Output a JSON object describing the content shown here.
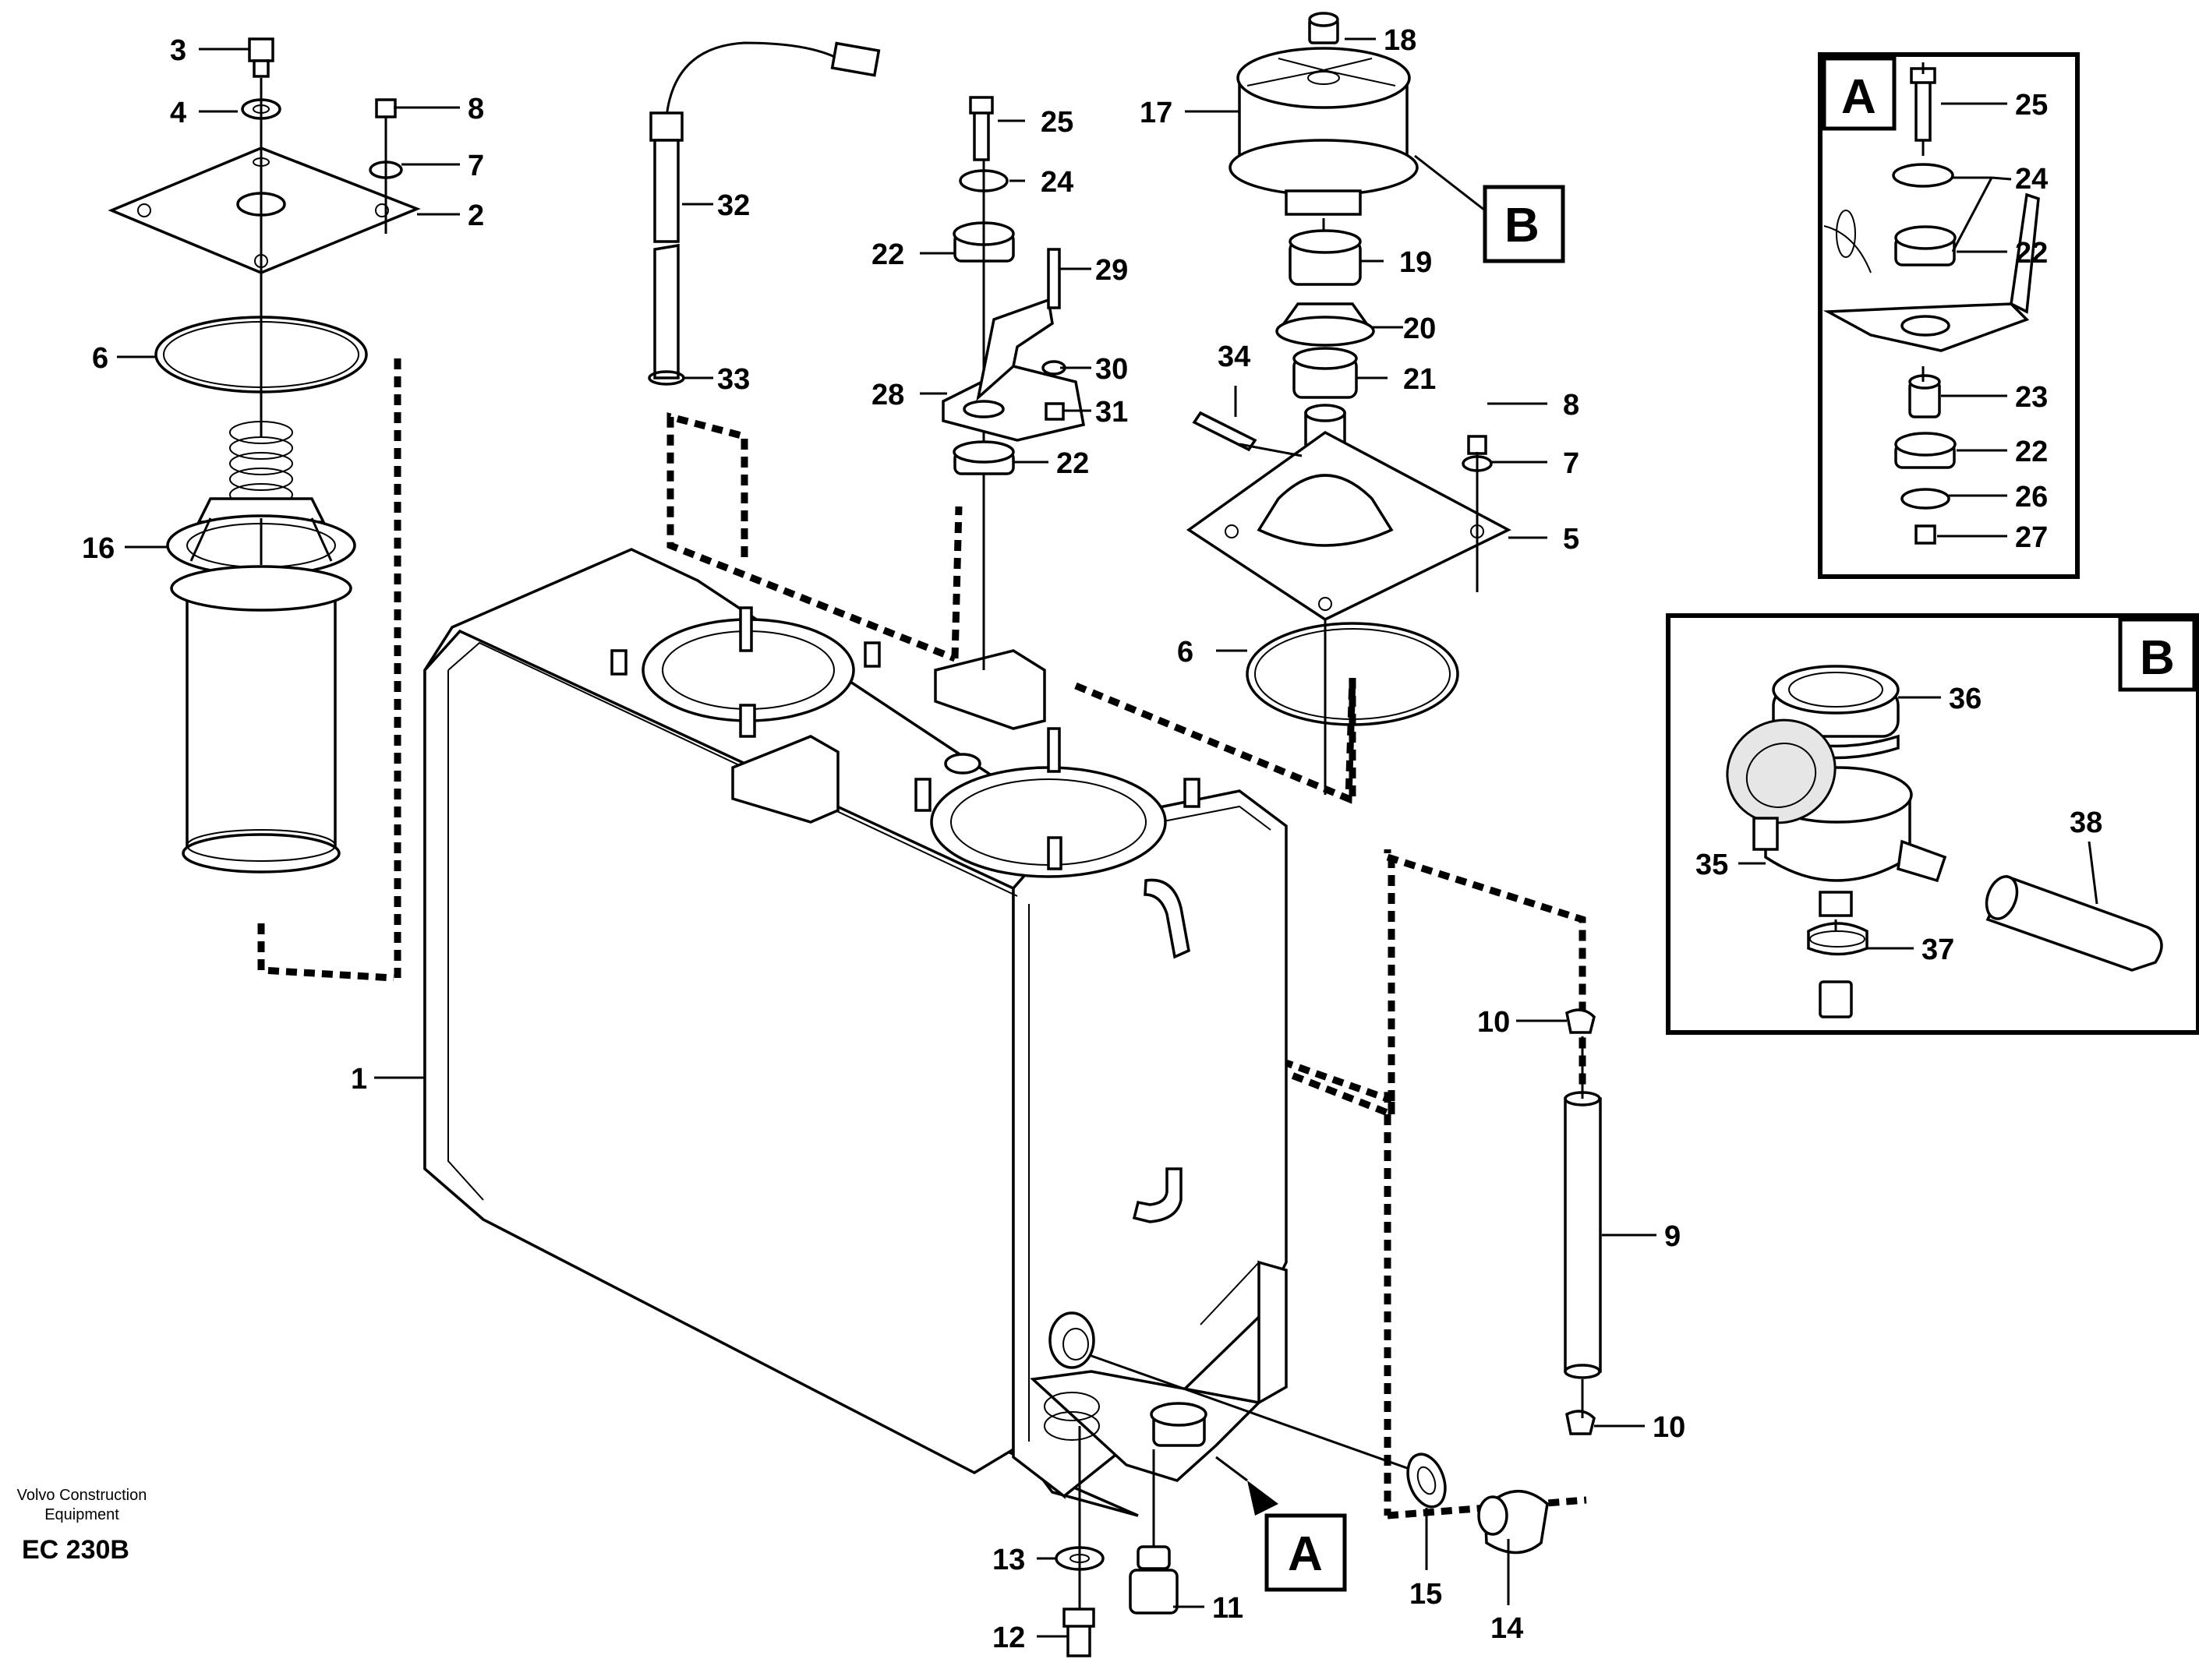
{
  "footer": {
    "company_line1": "Volvo Construction",
    "company_line2": "Equipment",
    "model": "EC 230B"
  },
  "detail_tags": {
    "a": "A",
    "b": "B"
  },
  "callouts": {
    "c1": "1",
    "c2": "2",
    "c3": "3",
    "c4": "4",
    "c5": "5",
    "c6a": "6",
    "c6b": "6",
    "c7a": "7",
    "c7b": "7",
    "c8a": "8",
    "c8b": "8",
    "c9": "9",
    "c10a": "10",
    "c10b": "10",
    "c11": "11",
    "c12": "12",
    "c13": "13",
    "c14": "14",
    "c15": "15",
    "c16": "16",
    "c17": "17",
    "c18": "18",
    "c19": "19",
    "c20": "20",
    "c21": "21",
    "c22a": "22",
    "c22b": "22",
    "c24": "24",
    "c25": "25",
    "c28": "28",
    "c29": "29",
    "c30": "30",
    "c31": "31",
    "c32": "32",
    "c33": "33",
    "c34": "34",
    "dA25": "25",
    "dA24": "24",
    "dA22a": "22",
    "dA23": "23",
    "dA22b": "22",
    "dA26": "26",
    "dA27": "27",
    "dB36": "36",
    "dB35": "35",
    "dB38": "38",
    "dB37": "37"
  }
}
